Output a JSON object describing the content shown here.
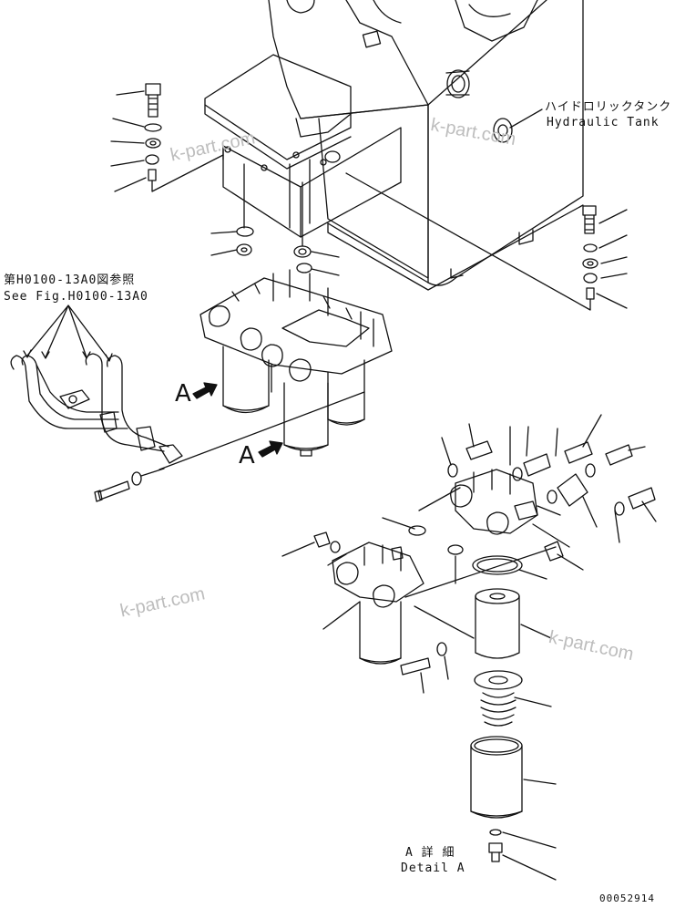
{
  "tank_label": {
    "jp": "ハイドロリックタンク",
    "en": "Hydraulic Tank"
  },
  "reference_label": {
    "jp": "第H0100-13A0図参照",
    "en": "See Fig.H0100-13A0"
  },
  "view_markers": [
    "A",
    "A"
  ],
  "detail_label": {
    "jp": "A 詳 細",
    "en": "Detail A"
  },
  "drawing_number": "00052914",
  "watermarks": [
    "k-part.com",
    "k-part.com",
    "k-part.com",
    "k-part.com"
  ],
  "colors": {
    "line": "#111111",
    "watermark": "#bdbdbd",
    "background": "#ffffff"
  }
}
